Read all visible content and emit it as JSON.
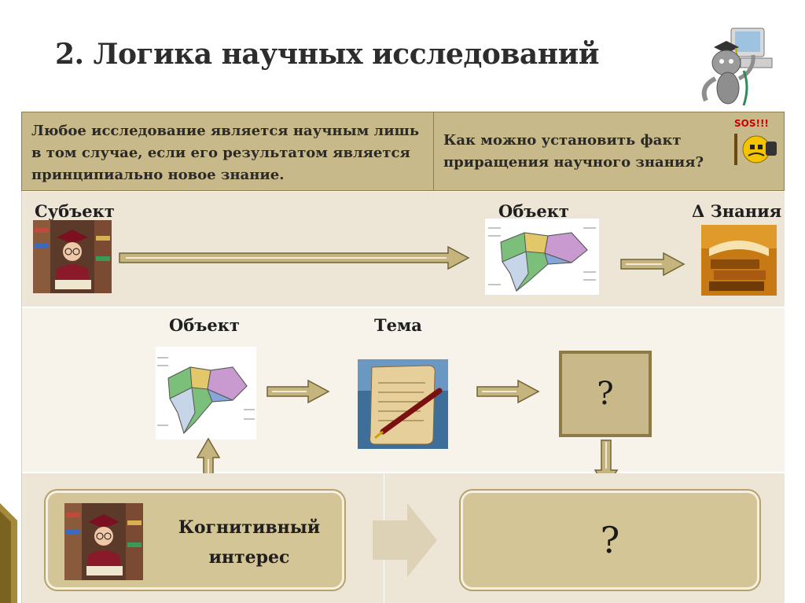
{
  "slide": {
    "title": "2. Логика научных исследований",
    "statement": "Любое исследование является научным лишь в том случае, если его результатом является принципиально новое знание.",
    "question": "Как можно установить факт приращения научного знания?",
    "sos_badge": "SOS!!!",
    "row1": {
      "subject": "Субъект",
      "object": "Объект",
      "delta": "Δ Знания"
    },
    "row2": {
      "object": "Объект",
      "topic": "Тема",
      "unknown": "?"
    },
    "row3": {
      "cognitive_line1": "Когнитивный",
      "cognitive_line2": "интерес",
      "unknown": "?"
    }
  },
  "colors": {
    "header_fill": "#c8b98a",
    "arrow_fill": "#c5b47e",
    "arrow_stroke": "#6f6436",
    "band": "#ede6d7"
  },
  "icons": [
    "cat-mascot-icon",
    "sos-smiley-icon",
    "scholar-photo",
    "map-image",
    "books-image",
    "scroll-pen-image"
  ]
}
